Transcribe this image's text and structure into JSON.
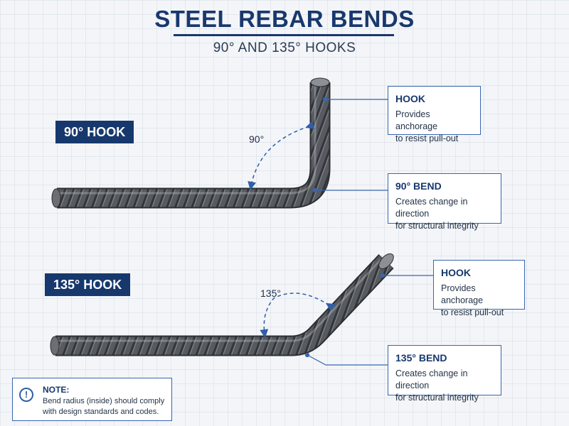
{
  "header": {
    "title": "STEEL REBAR BENDS",
    "subtitle": "90° AND 135° HOOKS"
  },
  "sections": [
    {
      "label": "90° HOOK",
      "angle_label": "90°",
      "hook_callout": {
        "title": "HOOK",
        "lines": [
          "Provides anchorage",
          "to resist pull-out"
        ]
      },
      "bend_callout": {
        "title": "90° BEND",
        "lines": [
          "Creates change in direction",
          "for structural integrity"
        ]
      }
    },
    {
      "label": "135° HOOK",
      "angle_label": "135°",
      "hook_callout": {
        "title": "HOOK",
        "lines": [
          "Provides anchorage",
          "to resist pull-out"
        ]
      },
      "bend_callout": {
        "title": "135° BEND",
        "lines": [
          "Creates change in direction",
          "for structural integrity"
        ]
      }
    }
  ],
  "note": {
    "icon": "info-icon",
    "title": "NOTE:",
    "lines": [
      "Bend radius (inside) should comply",
      "with design standards and codes."
    ]
  },
  "colors": {
    "navy": "#17386d",
    "accent_blue": "#3a66b0",
    "steel": "#4d5156"
  }
}
